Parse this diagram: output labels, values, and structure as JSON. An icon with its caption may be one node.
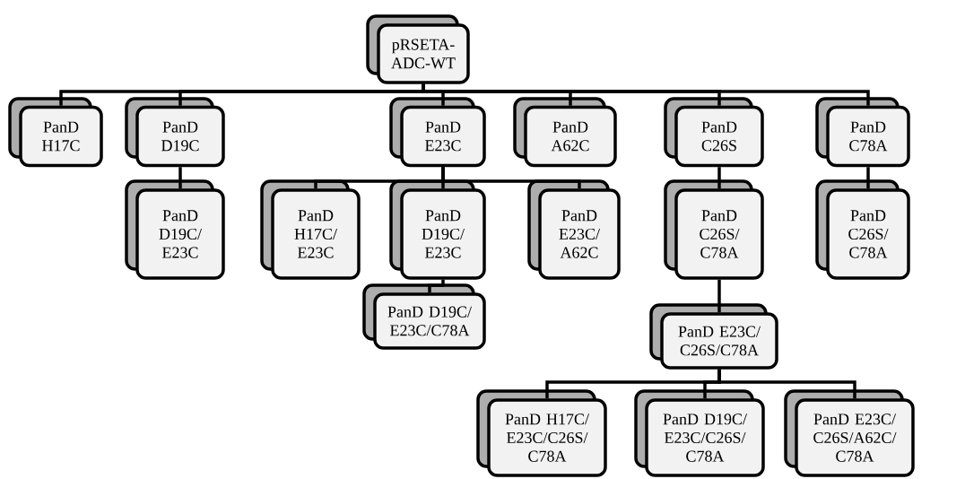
{
  "diagram": {
    "nodes": [
      {
        "text": [
          "pRSETA-ADC-WT"
        ]
      },
      {
        "text": [
          "PanD H17C"
        ]
      },
      {
        "text": [
          "PanD D19C"
        ]
      },
      {
        "text": [
          "PanD E23C"
        ]
      },
      {
        "text": [
          "PanD A62C"
        ]
      },
      {
        "text": [
          "PanD C26S"
        ]
      },
      {
        "text": [
          "PanD C78A"
        ]
      },
      {
        "text": [
          "PanD D19C/ E23C"
        ]
      },
      {
        "text": [
          "PanD H17C/ E23C"
        ]
      },
      {
        "text": [
          "PanD D19C/ E23C"
        ]
      },
      {
        "text": [
          "PanD E23C/ A62C"
        ]
      },
      {
        "text": [
          "PanD C26S/ C78A"
        ]
      },
      {
        "text": [
          "PanD C26S/ C78A"
        ]
      },
      {
        "text": [
          "PanD D19C/ E23C/C78A"
        ]
      },
      {
        "text": [
          "PanD E23C/ C26S/C78A"
        ]
      },
      {
        "text": [
          "PanD H17C/ E23C/C26S/ C78A"
        ]
      },
      {
        "text": [
          "PanD D19C/ E23C/C26S/ C78A"
        ]
      },
      {
        "text": [
          "PanD E23C/ C26S/A62C/ C78A"
        ]
      }
    ],
    "edges": [
      {
        "from": 0,
        "to": 1,
        "arrow": "none"
      },
      {
        "from": 0,
        "to": 2,
        "arrow": "none"
      },
      {
        "from": 0,
        "to": 3,
        "arrow": "none"
      },
      {
        "from": 0,
        "to": 4,
        "arrow": "none"
      },
      {
        "from": 0,
        "to": 5,
        "arrow": "none"
      },
      {
        "from": 0,
        "to": 6,
        "arrow": "none"
      },
      {
        "from": 2,
        "to": 7,
        "arrow": "none"
      },
      {
        "from": 3,
        "to": 8,
        "arrow": "none"
      },
      {
        "from": 3,
        "to": 9,
        "arrow": "none"
      },
      {
        "from": 3,
        "to": 10,
        "arrow": "none"
      },
      {
        "from": 5,
        "to": 11,
        "arrow": "none"
      },
      {
        "from": 6,
        "to": 12,
        "arrow": "none"
      },
      {
        "from": 9,
        "to": 13,
        "arrow": "none"
      },
      {
        "from": 11,
        "to": 14,
        "arrow": "none"
      },
      {
        "from": 14,
        "to": 15,
        "arrow": "none"
      },
      {
        "from": 14,
        "to": 16,
        "arrow": "none"
      },
      {
        "from": 14,
        "to": 17,
        "arrow": "none"
      }
    ]
  }
}
